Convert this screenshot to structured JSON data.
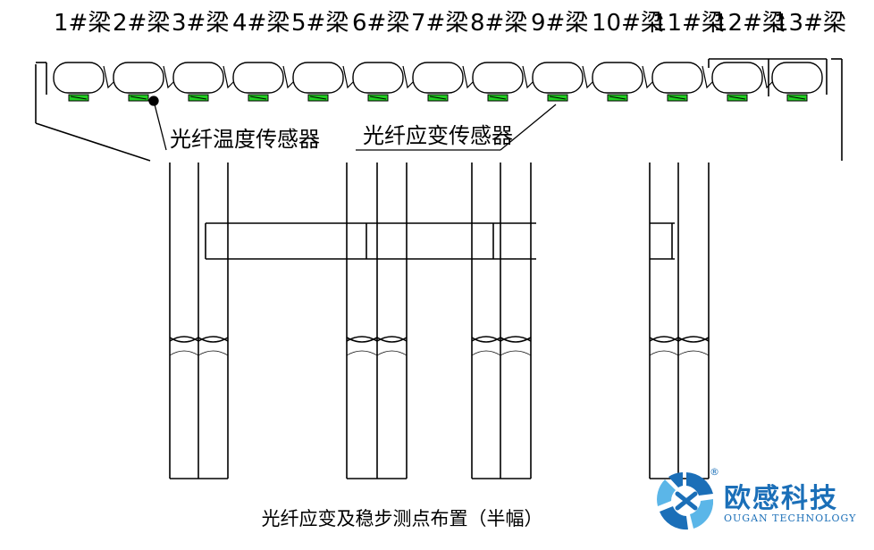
{
  "beams": [
    "1#梁",
    "2#梁",
    "3#梁",
    "4#梁",
    "5#梁",
    "6#梁",
    "7#梁",
    "8#梁",
    "9#梁",
    "10#梁",
    "11#梁",
    "12#梁",
    "13#梁"
  ],
  "labels": {
    "temperature_sensor": "光纤温度传感器",
    "strain_sensor": "光纤应变传感器"
  },
  "caption": "光纤应变及稳步测点布置（半幅）",
  "logo": {
    "name_cn": "欧感科技",
    "name_en": "OUGAN TECHNOLOGY",
    "registered": "®",
    "colors": {
      "primary": "#1b6fb8",
      "accent": "#5bb6e8"
    }
  },
  "colors": {
    "lines": "#000000",
    "sensor_fill": "#22cc22"
  }
}
